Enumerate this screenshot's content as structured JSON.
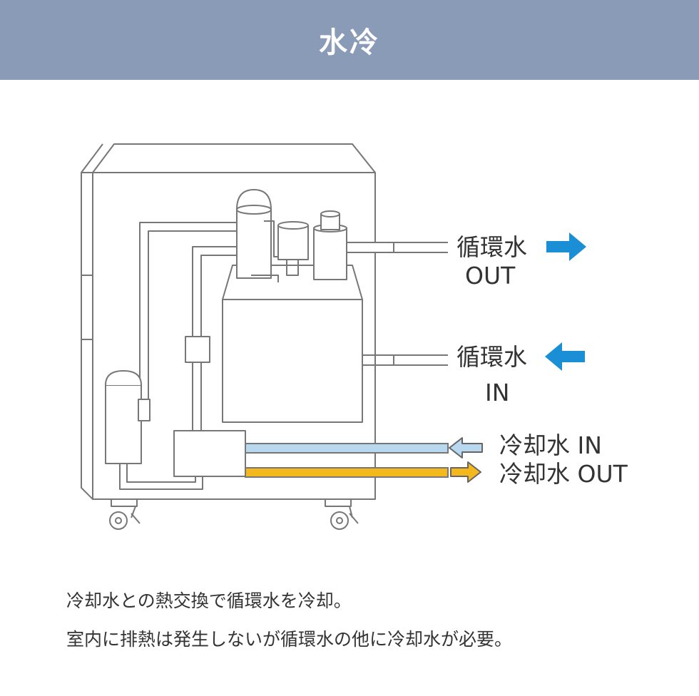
{
  "header": {
    "title": "水冷",
    "background": "#8a9bb8"
  },
  "diagram": {
    "labels": {
      "circ_out_line1": "循環水",
      "circ_out_line2": "OUT",
      "circ_in_line1": "循環水",
      "circ_in_line2": "IN",
      "cool_in": "冷却水 IN",
      "cool_out": "冷却水 OUT"
    },
    "colors": {
      "circulation_arrow": "#1a8fd6",
      "cooling_in_pipe": "#b8d8f0",
      "cooling_out_pipe": "#f5b81c",
      "outline": "#777777"
    }
  },
  "captions": {
    "line1": "冷却水との熱交換で循環水を冷却。",
    "line2": "室内に排熱は発生しないが循環水の他に冷却水が必要。"
  }
}
